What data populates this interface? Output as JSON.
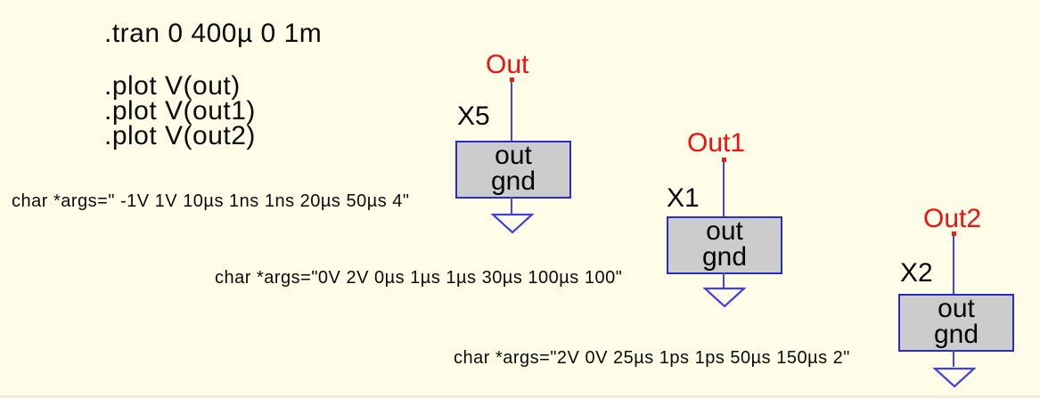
{
  "app": {
    "name": "schematic-editor-view",
    "background_color": "#fffde7"
  },
  "colors": {
    "background": "#fffde7",
    "wire_blue": "#4646d2",
    "symbol_border_blue": "#2a2ac6",
    "ground_blue": "#4040e8",
    "symbol_fill_grey": "#cccccc",
    "net_label_red": "#f10f0f",
    "text_black": "#0a0a0a"
  },
  "directives": {
    "tran": ".tran 0 400µ 0 1m",
    "plots": [
      ".plot V(out)",
      ".plot V(out1)",
      ".plot V(out2)"
    ]
  },
  "arg_annotations": [
    "char *args=\" -1V 1V 10µs 1ns 1ns 20µs 50µs 4\"",
    "char *args=\"0V 2V 0µs 1µs 1µs 30µs 100µs 100\"",
    "char *args=\"2V 0V 25µs 1ps 1ps 50µs 150µs 2\""
  ],
  "components": [
    {
      "ref": "X5",
      "net_label": "Out",
      "pin_labels": [
        "out",
        "gnd"
      ],
      "grounded": true
    },
    {
      "ref": "X1",
      "net_label": "Out1",
      "pin_labels": [
        "out",
        "gnd"
      ],
      "grounded": true
    },
    {
      "ref": "X2",
      "net_label": "Out2",
      "pin_labels": [
        "out",
        "gnd"
      ],
      "grounded": true
    }
  ]
}
